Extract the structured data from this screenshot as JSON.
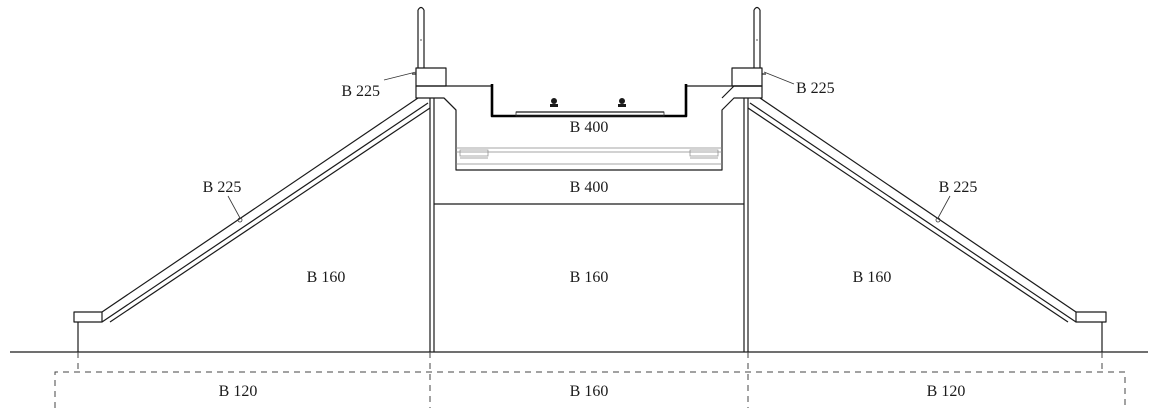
{
  "labels": {
    "left_parapet": "B 225",
    "right_parapet": "B 225",
    "deck_upper": "B 400",
    "deck_lower": "B 400",
    "left_slope": "B 225",
    "right_slope": "B 225",
    "fill_left": "B 160",
    "fill_center": "B 160",
    "fill_right": "B 160",
    "foundation_left": "B 120",
    "foundation_center": "B 160",
    "foundation_right": "B 120"
  }
}
